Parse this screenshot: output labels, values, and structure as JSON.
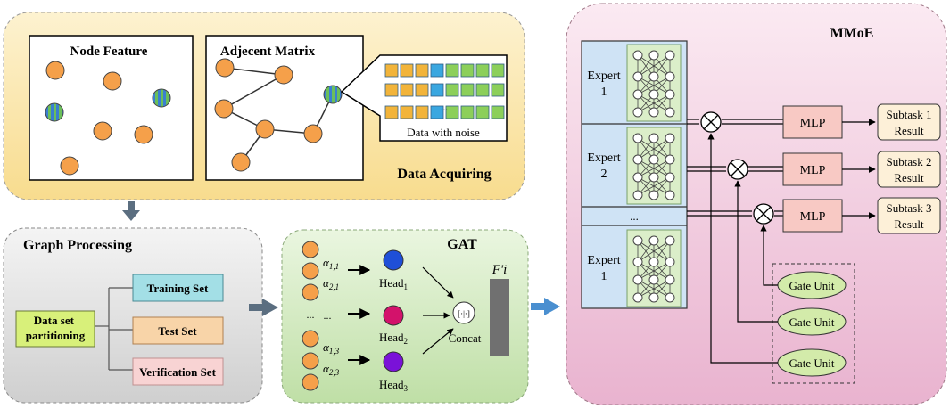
{
  "data_acquiring": {
    "title": "Data Acquiring",
    "node_feature": {
      "title": "Node Feature"
    },
    "adjacency": {
      "title": "Adjecent Matrix"
    },
    "noise": {
      "ellipsis": "...",
      "caption": "Data with noise"
    }
  },
  "graph_processing": {
    "title": "Graph Processing",
    "root": [
      "Data set",
      "partitioning"
    ],
    "training": "Training Set",
    "test": "Test Set",
    "verification": "Verification Set"
  },
  "gat": {
    "title": "GAT",
    "output_label": "F'i",
    "ellipsis": "...",
    "alphas": [
      {
        "sym": "α",
        "sub": "1,1"
      },
      {
        "sym": "α",
        "sub": "2,1"
      },
      {
        "sym": "α",
        "sub": "1,3"
      },
      {
        "sym": "α",
        "sub": "2,3"
      }
    ],
    "heads": [
      {
        "label": "Head",
        "sub": "1",
        "color": "#1f4fd8"
      },
      {
        "label": "Head",
        "sub": "2",
        "color": "#d3126b"
      },
      {
        "label": "Head",
        "sub": "3",
        "color": "#7a12d8"
      }
    ],
    "concat_symbol": "[·|·]",
    "concat_label": "Concat"
  },
  "mmoe": {
    "title": "MMoE",
    "experts": [
      {
        "label": "Expert",
        "num": "1"
      },
      {
        "label": "Expert",
        "num": "2"
      },
      {
        "label": "Expert",
        "num": "1"
      }
    ],
    "ellipsis": "...",
    "mlp_labels": [
      "MLP",
      "MLP",
      "MLP"
    ],
    "subtasks": [
      [
        "Subtask 1",
        "Result"
      ],
      [
        "Subtask 2",
        "Result"
      ],
      [
        "Subtask 3",
        "Result"
      ]
    ],
    "gate_labels": [
      "Gate Unit",
      "Gate Unit",
      "Gate Unit"
    ]
  },
  "colors": {
    "node_orange": "#f5a04a",
    "node_noise_green": "#6bbf5a",
    "node_noise_blue": "#3a7fd0",
    "data_acq_bg": "#fbe7b0",
    "graph_proc_bg": "#e3e3e3",
    "gat_bg": "#d6ebc5",
    "mmoe_bg": "#f0c8dc",
    "expert_bg": "#cfe3f5",
    "mlp_bg": "#f8c9c4",
    "subtask_bg": "#fdf0d8",
    "gate_bg": "#d3ebaa",
    "arrow_blue": "#4a8fd0",
    "arrow_grey": "#5b6e80"
  }
}
